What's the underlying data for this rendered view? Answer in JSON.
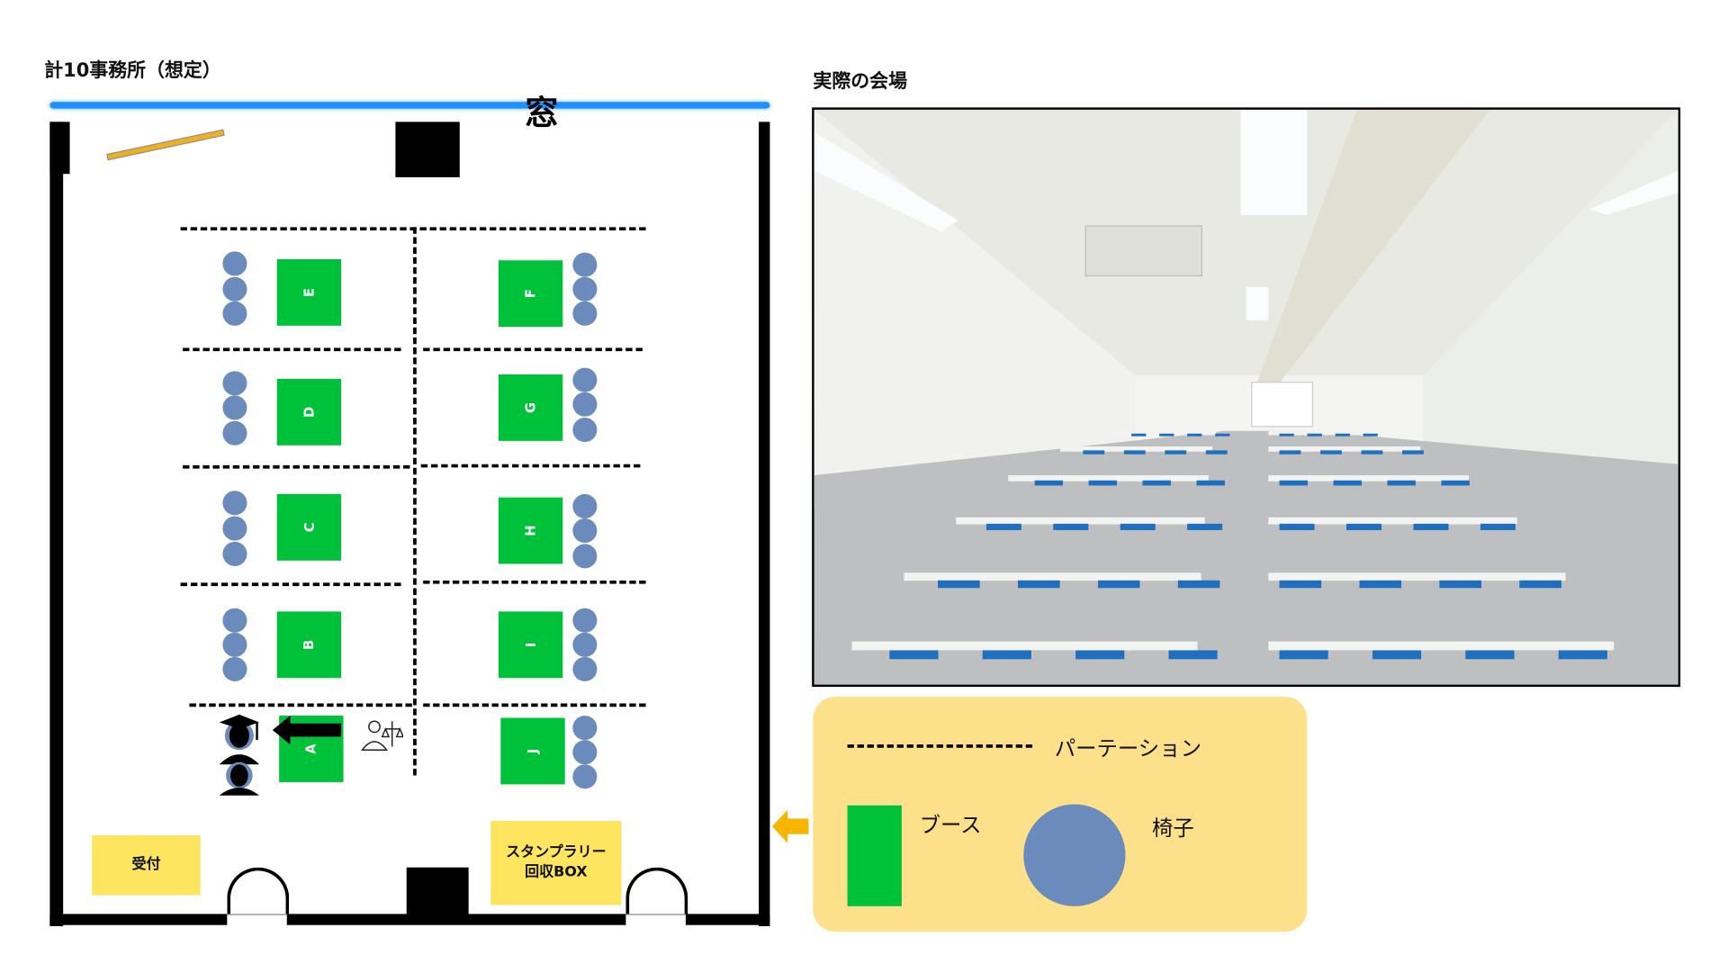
{
  "floorplan": {
    "title": "計10事務所（想定）",
    "window_label": "窓",
    "booths": [
      "E",
      "D",
      "C",
      "B",
      "A",
      "F",
      "G",
      "H",
      "I",
      "J"
    ],
    "reception_label": "受付",
    "stamp_box_label": "スタンプラリー\n回収BOX"
  },
  "photo": {
    "title": "実際の会場"
  },
  "legend": {
    "partition_label": "パーテーション",
    "booth_label": "ブース",
    "chair_label": "椅子"
  },
  "colors": {
    "booth": "#00c13a",
    "chair": "#6a8bbb",
    "window": "#1e90ff",
    "legend_bg": "#fde08a",
    "label_box": "#fde560",
    "arrow": "#f7b500"
  }
}
